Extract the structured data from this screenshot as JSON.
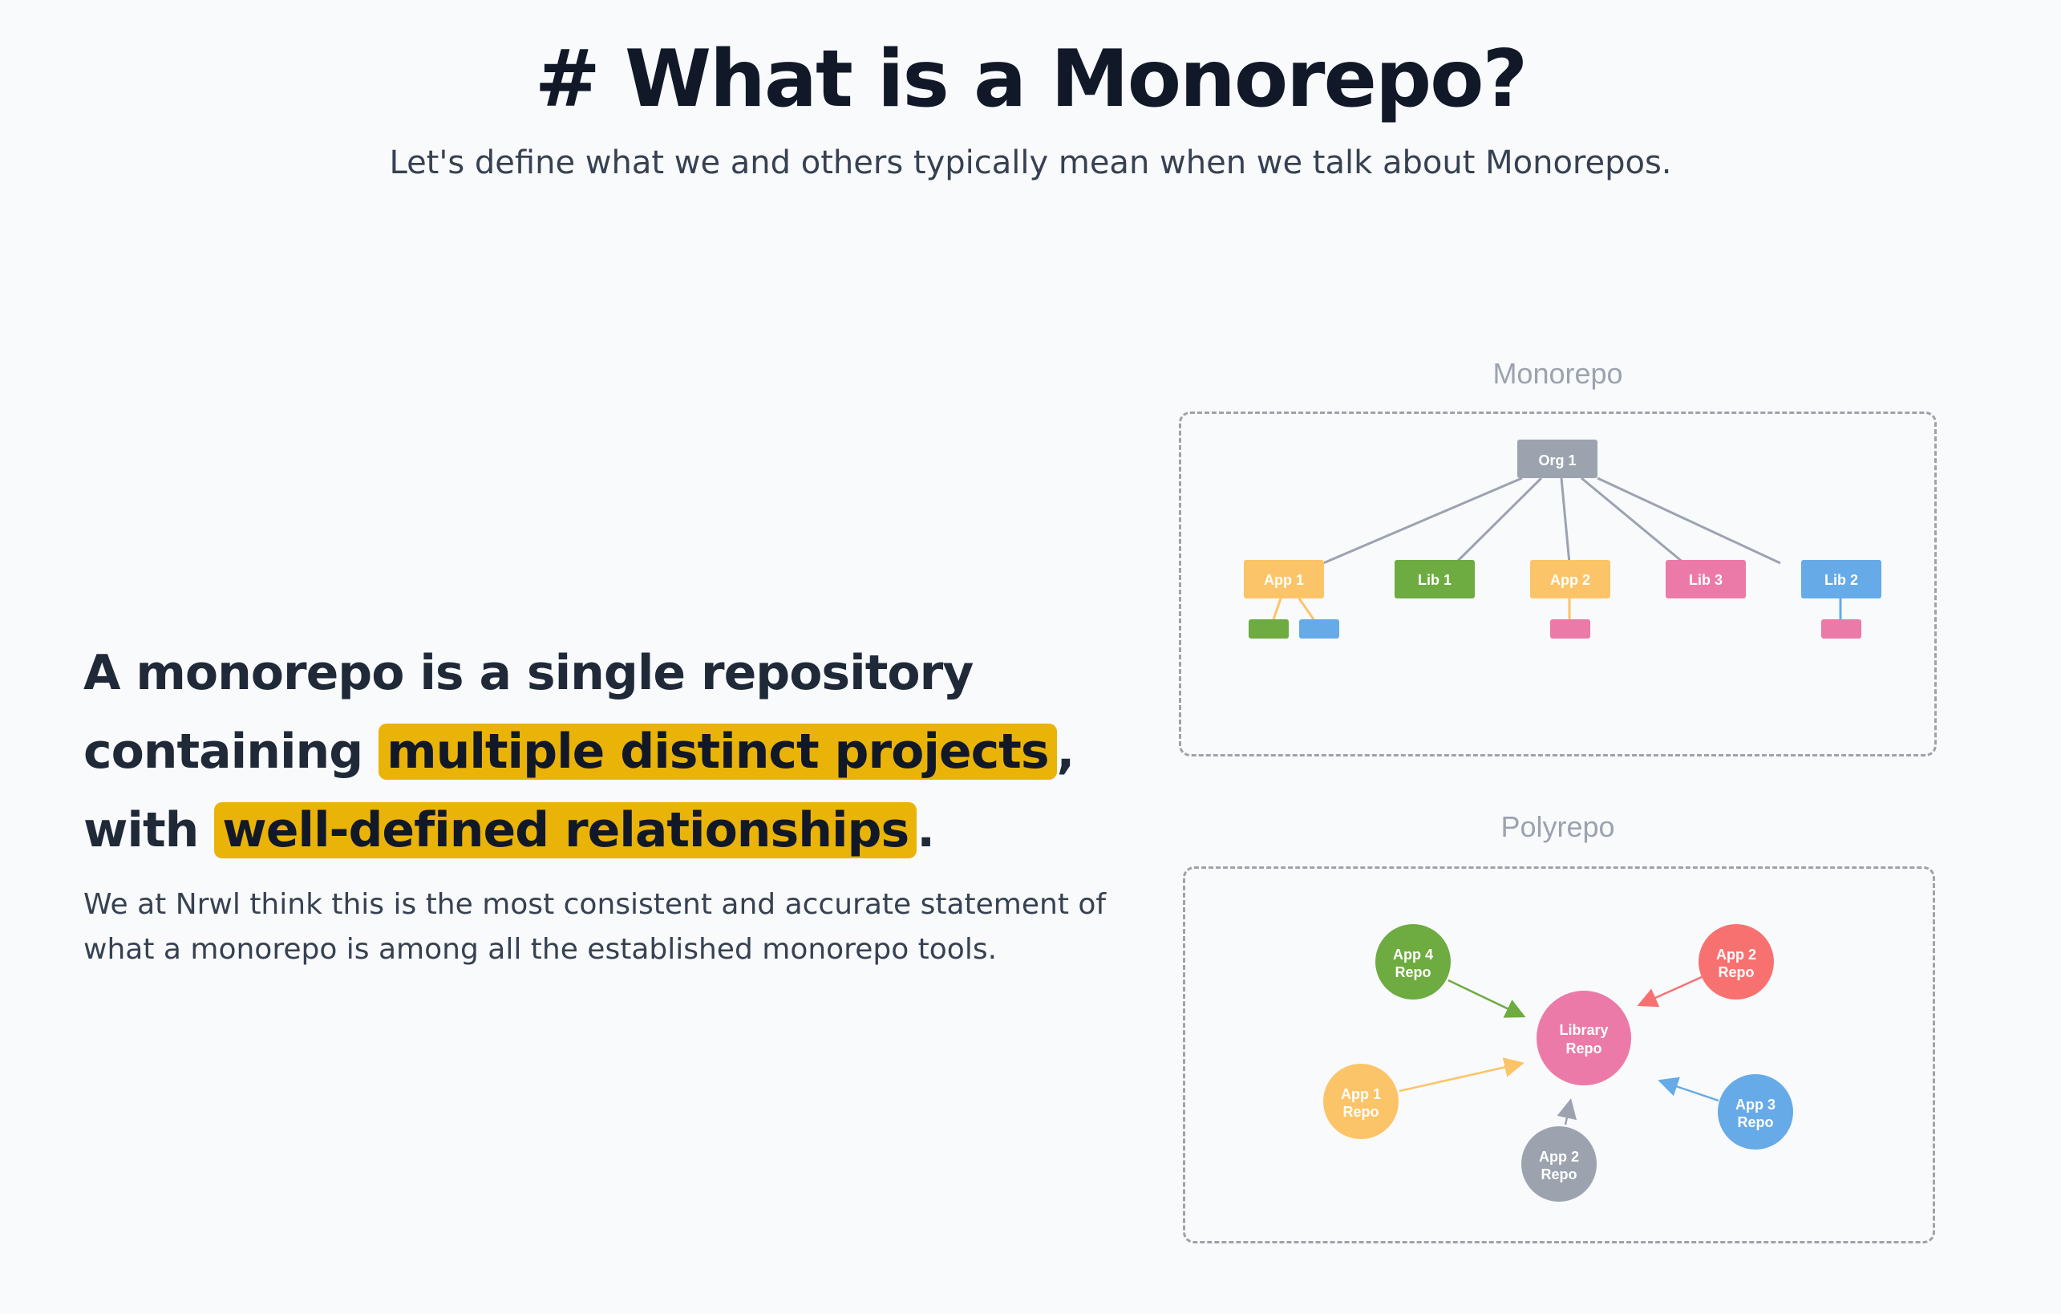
{
  "header": {
    "title": "# What is a Monorepo?",
    "subtitle": "Let's define what we and others typically mean when we talk about Monorepos."
  },
  "statement": {
    "part1": "A monorepo is a single repository containing ",
    "highlight1": "multiple distinct projects",
    "part2": ", with ",
    "highlight2": "well-defined relationships",
    "part3": "."
  },
  "note": "We at Nrwl think this is the most consistent and accurate statement of what a monorepo is among all the established monorepo tools.",
  "monorepo": {
    "label": "Monorepo",
    "root": "Org 1",
    "nodes": [
      "App 1",
      "Lib 1",
      "App 2",
      "Lib 3",
      "Lib 2"
    ]
  },
  "polyrepo": {
    "label": "Polyrepo",
    "center": [
      "Library",
      "Repo"
    ],
    "app4": [
      "App 4",
      "Repo"
    ],
    "app2top": [
      "App 2",
      "Repo"
    ],
    "app1": [
      "App 1",
      "Repo"
    ],
    "app3": [
      "App 3",
      "Repo"
    ],
    "app2bottom": [
      "App 2",
      "Repo"
    ]
  },
  "colors": {
    "gray": "#9ca3af",
    "yellow": "#fcc468",
    "green": "#6eab41",
    "pink": "#ec7aa8",
    "blue": "#66aae8",
    "red": "#f87171",
    "highlight": "#eab308"
  }
}
